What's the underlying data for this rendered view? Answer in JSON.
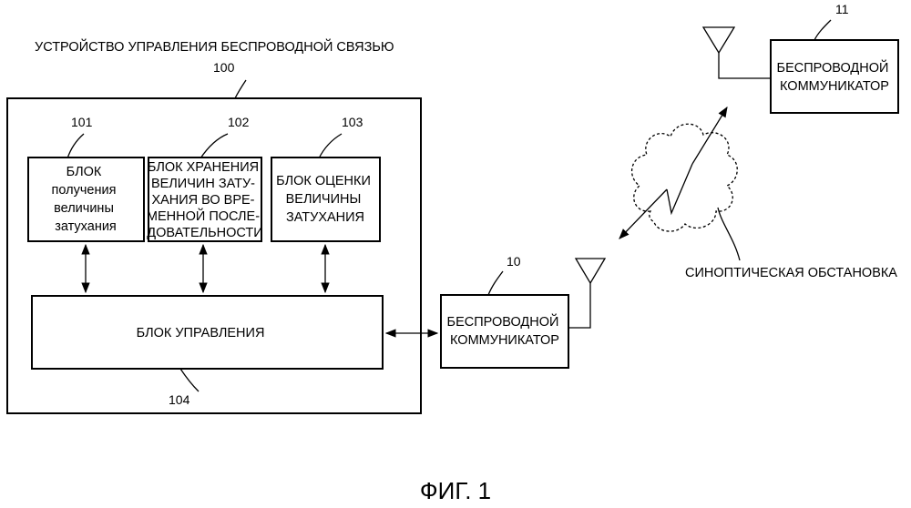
{
  "device": {
    "title": "УСТРОЙСТВО УПРАВЛЕНИЯ БЕСПРОВОДНОЙ СВЯЗЬЮ",
    "ref": "100"
  },
  "blocks": {
    "b101": {
      "ref": "101",
      "lines": [
        "БЛОК",
        "получения",
        "величины",
        "затухания"
      ]
    },
    "b102": {
      "ref": "102",
      "lines": [
        "БЛОК ХРАНЕНИЯ",
        "ВЕЛИЧИН ЗАТУ-",
        "ХАНИЯ ВО ВРЕ-",
        "МЕННОЙ ПОСЛЕ-",
        "ДОВАТЕЛЬНОСТИ"
      ]
    },
    "b103": {
      "ref": "103",
      "lines": [
        "БЛОК ОЦЕНКИ",
        "ВЕЛИЧИНЫ",
        "ЗАТУХАНИЯ"
      ]
    },
    "b104": {
      "ref": "104",
      "label": "БЛОК УПРАВЛЕНИЯ"
    }
  },
  "communicator10": {
    "ref": "10",
    "lines": [
      "БЕСПРОВОДНОЙ",
      "КОММУНИКАТОР"
    ]
  },
  "communicator11": {
    "ref": "11",
    "lines": [
      "БЕСПРОВОДНОЙ",
      "КОММУНИКАТОР"
    ]
  },
  "weather": {
    "label": "СИНОПТИЧЕСКАЯ ОБСТАНОВКА"
  },
  "figure": {
    "caption": "ФИГ. 1"
  }
}
